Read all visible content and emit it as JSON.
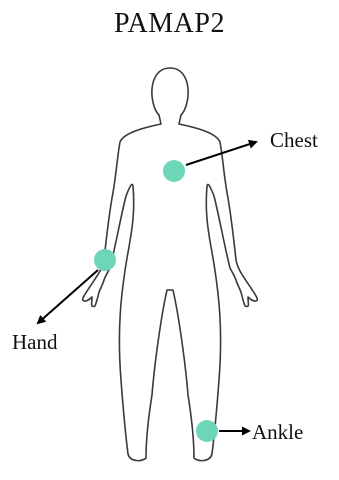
{
  "title": "PAMAP2",
  "sensors": [
    {
      "label": "Chest"
    },
    {
      "label": "Hand"
    },
    {
      "label": "Ankle"
    }
  ],
  "colors": {
    "sensor_dot": "#6dd6b8",
    "outline": "#3a3a3a",
    "arrow": "#000000",
    "text": "#111111"
  }
}
